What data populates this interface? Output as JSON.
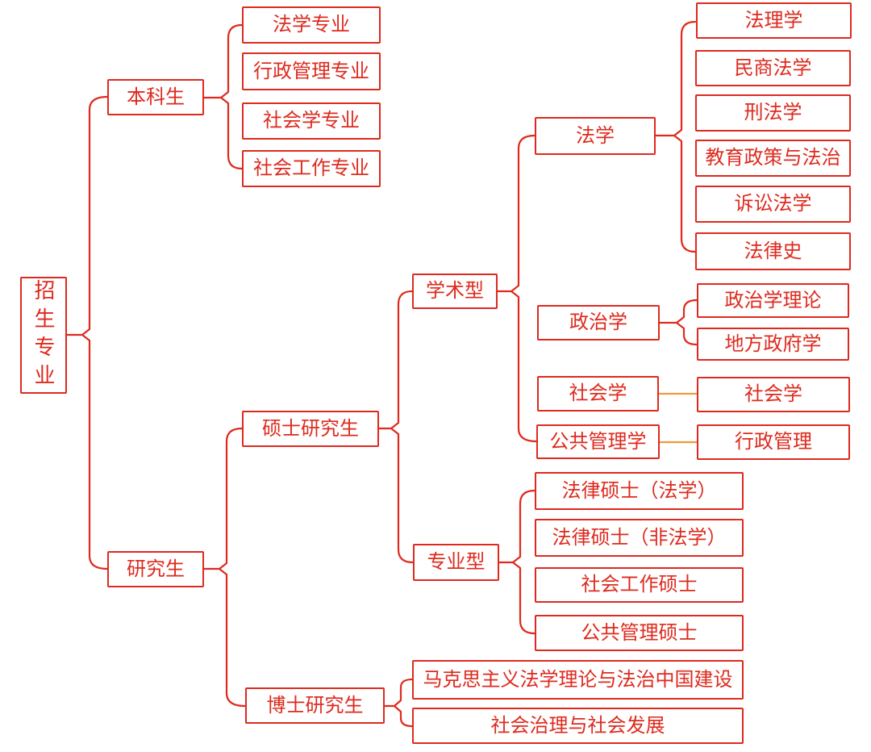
{
  "colors": {
    "node_red": "#de2a1e",
    "link_orange": "#ef9a3e",
    "background": "#ffffff"
  },
  "tree": {
    "label": "招生专业",
    "children": [
      {
        "label": "本科生",
        "children": [
          {
            "label": "法学专业"
          },
          {
            "label": "行政管理专业"
          },
          {
            "label": "社会学专业"
          },
          {
            "label": "社会工作专业"
          }
        ]
      },
      {
        "label": "研究生",
        "children": [
          {
            "label": "硕士研究生",
            "children": [
              {
                "label": "学术型",
                "children": [
                  {
                    "label": "法学",
                    "children": [
                      {
                        "label": "法理学"
                      },
                      {
                        "label": "民商法学"
                      },
                      {
                        "label": "刑法学"
                      },
                      {
                        "label": "教育政策与法治"
                      },
                      {
                        "label": "诉讼法学"
                      },
                      {
                        "label": "法律史"
                      }
                    ]
                  },
                  {
                    "label": "政治学",
                    "children": [
                      {
                        "label": "政治学理论"
                      },
                      {
                        "label": "地方政府学"
                      }
                    ]
                  },
                  {
                    "label": "社会学",
                    "children": [
                      {
                        "label": "社会学"
                      }
                    ]
                  },
                  {
                    "label": "公共管理学",
                    "children": [
                      {
                        "label": "行政管理"
                      }
                    ]
                  }
                ]
              },
              {
                "label": "专业型",
                "children": [
                  {
                    "label": "法律硕士（法学）"
                  },
                  {
                    "label": "法律硕士（非法学）"
                  },
                  {
                    "label": "社会工作硕士"
                  },
                  {
                    "label": "公共管理硕士"
                  }
                ]
              }
            ]
          },
          {
            "label": "博士研究生",
            "children": [
              {
                "label": "马克思主义法学理论与法治中国建设"
              },
              {
                "label": "社会治理与社会发展"
              }
            ]
          }
        ]
      }
    ]
  }
}
